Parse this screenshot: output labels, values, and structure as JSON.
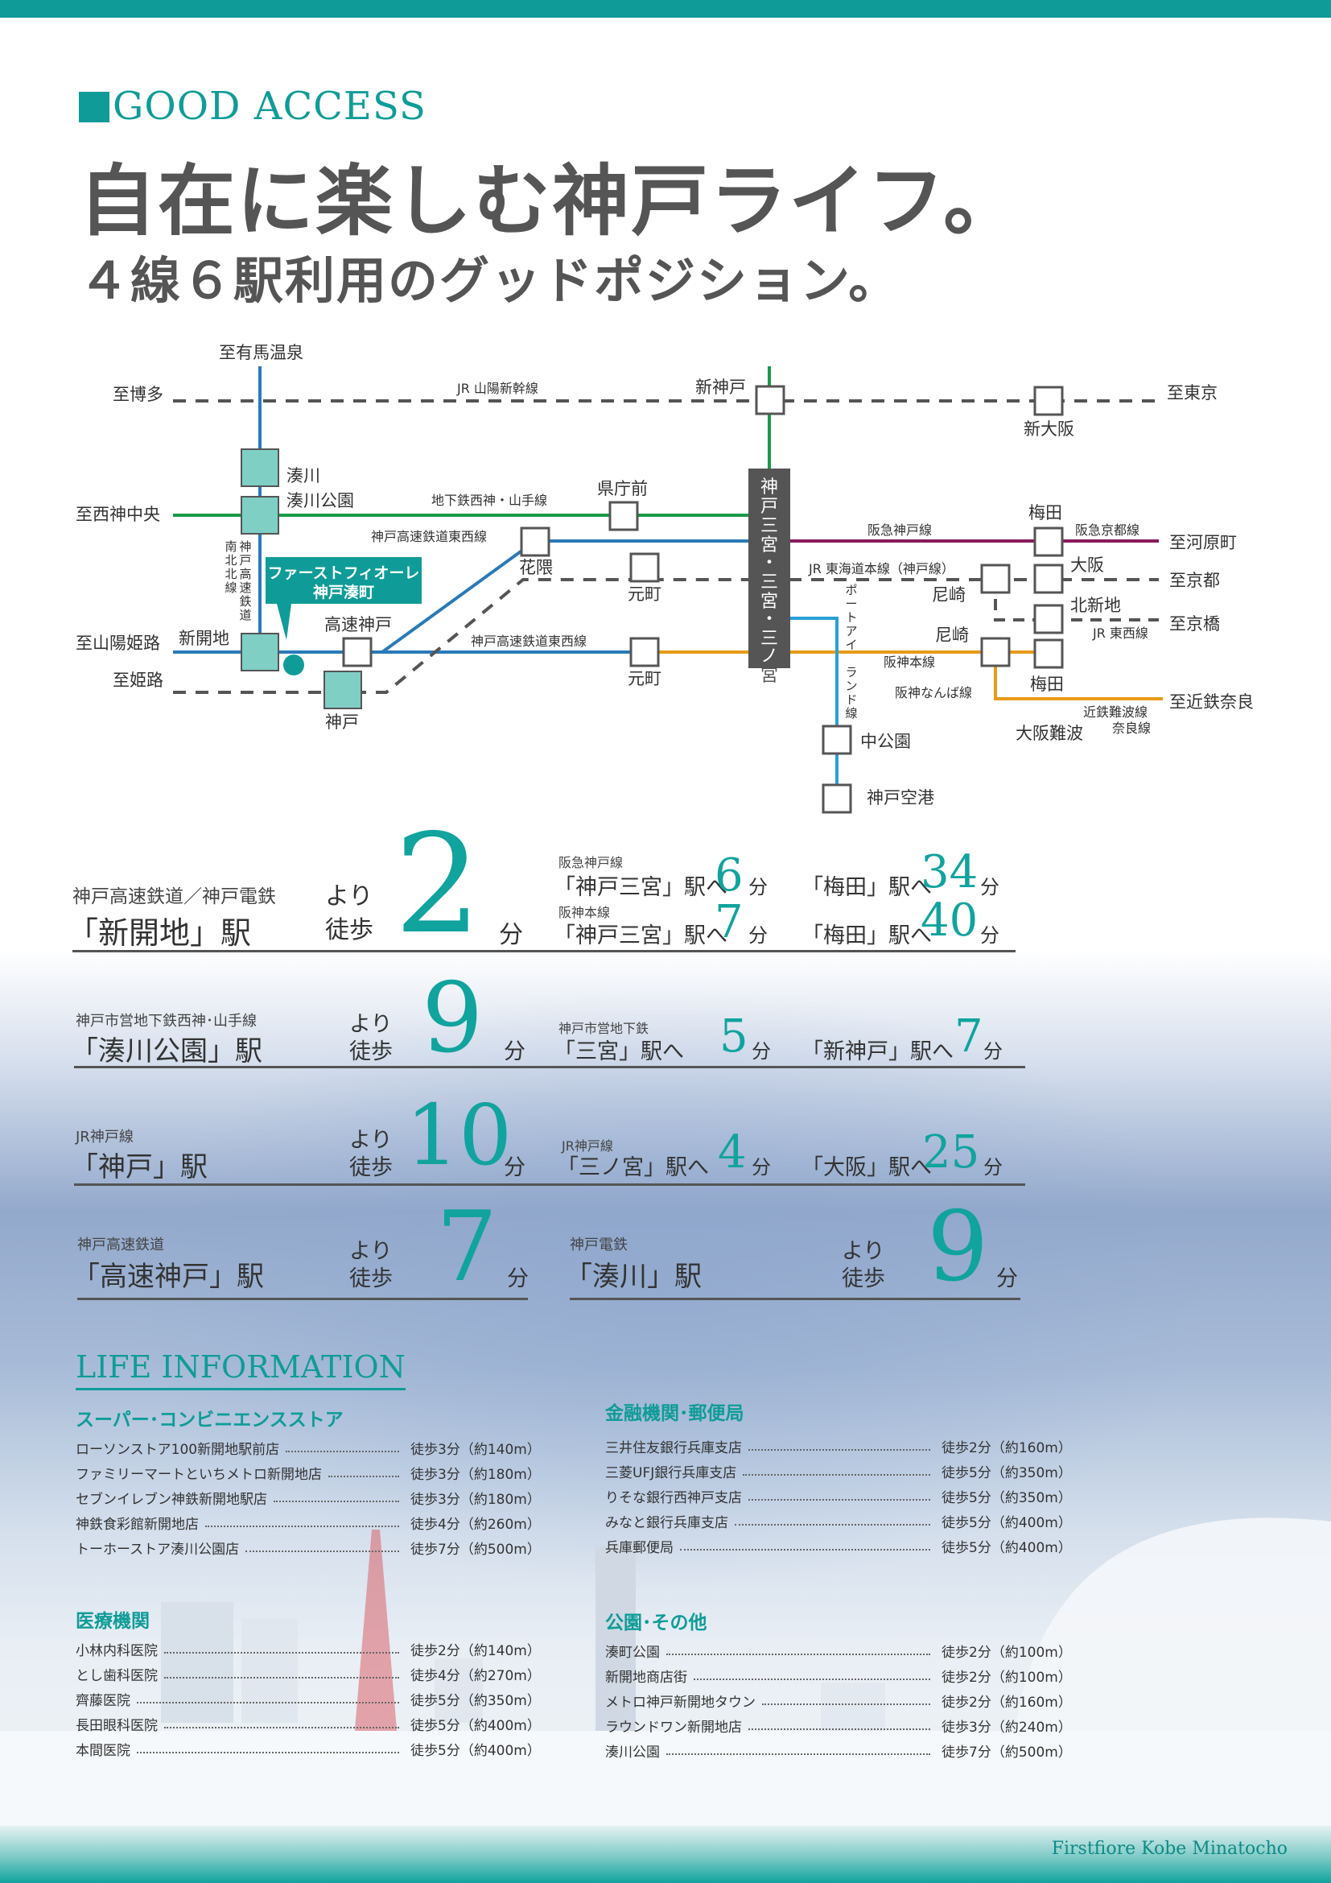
{
  "header": {
    "label": "GOOD ACCESS",
    "headline": "自在に楽しむ神戸ライフ。",
    "subheadline": "４線６駅利用のグッドポジション。"
  },
  "map": {
    "destinations": {
      "arima": "至有馬温泉",
      "hakata": "至博多",
      "tokyo": "至東京",
      "nishikobe": "至西神中央",
      "kawaramachi": "至河原町",
      "kyoto": "至京都",
      "kyobashi": "至京橋",
      "sanyohimeji": "至山陽姫路",
      "himeji": "至姫路",
      "kintetsunara": "至近鉄奈良"
    },
    "lines": {
      "shinkansen": "JR 山陽新幹線",
      "subway": "地下鉄西神・山手線",
      "tozai1": "神戸高速鉄道東西線",
      "tozai2": "神戸高速鉄道東西線",
      "hankyu": "阪急神戸線",
      "hankyukyoto": "阪急京都線",
      "jrkobe": "JR 東海道本線（神戸線）",
      "jrtozai": "JR 東西線",
      "hanshin": "阪神本線",
      "hanshinnamba": "阪神なんば線",
      "kintetsu1": "近鉄難波線",
      "kintetsu2": "奈良線",
      "port1": "ポ",
      "port2": "ー",
      "port3": "ト",
      "port4": "ア",
      "port5": "イ",
      "port6": "ラ",
      "port7": "ン",
      "port8": "ド",
      "port9": "線",
      "hoku1": "南",
      "hoku2": "神",
      "hoku3": "戸",
      "hoku4": "北",
      "hoku5": "高",
      "hoku6": "速",
      "hoku7": "鉄",
      "hoku8": "道",
      "hokb1": "北",
      "hokb2": "線"
    },
    "stations": {
      "shinkobe": "新神戸",
      "shinosaka": "新大阪",
      "minatogawa": "湊川",
      "minatogawakoen": "湊川公園",
      "kenchomae": "県庁前",
      "umeda1": "梅田",
      "hanakuma": "花隈",
      "motomachi1": "元町",
      "osaka": "大阪",
      "amagasaki1": "尼崎",
      "kitashinchi": "北新地",
      "amagasaki2": "尼崎",
      "shinkaichi": "新開地",
      "kosokukobe": "高速神戸",
      "motomachi2": "元町",
      "umeda2": "梅田",
      "kobe": "神戸",
      "nakakoen": "中公園",
      "osakanamba": "大阪難波",
      "kobeairport": "神戸空港",
      "sannomiya1": "神",
      "sannomiya2": "戸",
      "sannomiya3": "三",
      "sannomiya4": "宮",
      "sannomiya5": "・",
      "sannomiya6": "三",
      "sannomiya7": "宮",
      "sannomiya8": "・",
      "sannomiya9": "三",
      "sannomiya10": "ノ",
      "sannomiya11": "宮"
    },
    "property_label1": "ファーストフィオーレ",
    "property_label2": "神戸湊町",
    "colors": {
      "shinkansen": "#555555",
      "subway": "#1a9a4a",
      "hokushin": "#2a7ab8",
      "hankyu": "#8a1a5c",
      "hanshin": "#e89a1a",
      "port": "#2aa0d8",
      "accent": "#0f9c98"
    }
  },
  "access": {
    "row1": {
      "sub": "神戸高速鉄道／神戸電鉄",
      "station": "「新開地」駅",
      "yori": "より",
      "toho": "徒歩",
      "minutes": "2",
      "unit": "分",
      "d1_line": "阪急神戸線",
      "d1_sta": "「神戸三宮」駅へ",
      "d1_min": "6",
      "d1_unit": "分",
      "d1b_sta": "「梅田」駅へ",
      "d1b_min": "34",
      "d1b_unit": "分",
      "d2_line": "阪神本線",
      "d2_sta": "「神戸三宮」駅へ",
      "d2_min": "7",
      "d2_unit": "分",
      "d2b_sta": "「梅田」駅へ",
      "d2b_min": "40",
      "d2b_unit": "分"
    },
    "row2": {
      "sub": "神戸市営地下鉄西神･山手線",
      "station": "「湊川公園」駅",
      "yori": "より",
      "toho": "徒歩",
      "minutes": "9",
      "unit": "分",
      "d_line": "神戸市営地下鉄",
      "d_sta": "「三宮」駅へ",
      "d_min": "5",
      "d_unit": "分",
      "db_sta": "「新神戸」駅へ",
      "db_min": "7",
      "db_unit": "分"
    },
    "row3": {
      "sub": "JR神戸線",
      "station": "「神戸」駅",
      "yori": "より",
      "toho": "徒歩",
      "minutes": "10",
      "unit": "分",
      "d_line": "JR神戸線",
      "d_sta": "「三ノ宮」駅へ",
      "d_min": "4",
      "d_unit": "分",
      "db_sta": "「大阪」駅へ",
      "db_min": "25",
      "db_unit": "分"
    },
    "row4a": {
      "sub": "神戸高速鉄道",
      "station": "「高速神戸」駅",
      "yori": "より",
      "toho": "徒歩",
      "minutes": "7",
      "unit": "分"
    },
    "row4b": {
      "sub": "神戸電鉄",
      "station": "「湊川」駅",
      "yori": "より",
      "toho": "徒歩",
      "minutes": "9",
      "unit": "分"
    }
  },
  "life": {
    "title": "LIFE  INFORMATION",
    "supermarket": {
      "title": "スーパー･コンビニエンスストア",
      "items": [
        {
          "name": "ローソンストア100新開地駅前店",
          "value": "徒歩3分（約140m）"
        },
        {
          "name": "ファミリーマートといちメトロ新開地店",
          "value": "徒歩3分（約180m）"
        },
        {
          "name": "セブンイレブン神鉄新開地駅店",
          "value": "徒歩3分（約180m）"
        },
        {
          "name": "神鉄食彩館新開地店",
          "value": "徒歩4分（約260m）"
        },
        {
          "name": "トーホーストア湊川公園店",
          "value": "徒歩7分（約500m）"
        }
      ]
    },
    "finance": {
      "title": "金融機関･郵便局",
      "items": [
        {
          "name": "三井住友銀行兵庫支店",
          "value": "徒歩2分（約160m）"
        },
        {
          "name": "三菱UFJ銀行兵庫支店",
          "value": "徒歩5分（約350m）"
        },
        {
          "name": "りそな銀行西神戸支店",
          "value": "徒歩5分（約350m）"
        },
        {
          "name": "みなと銀行兵庫支店",
          "value": "徒歩5分（約400m）"
        },
        {
          "name": "兵庫郵便局",
          "value": "徒歩5分（約400m）"
        }
      ]
    },
    "medical": {
      "title": "医療機関",
      "items": [
        {
          "name": "小林内科医院",
          "value": "徒歩2分（約140m）"
        },
        {
          "name": "とし歯科医院",
          "value": "徒歩4分（約270m）"
        },
        {
          "name": "齊藤医院",
          "value": "徒歩5分（約350m）"
        },
        {
          "name": "長田眼科医院",
          "value": "徒歩5分（約400m）"
        },
        {
          "name": "本間医院",
          "value": "徒歩5分（約400m）"
        }
      ]
    },
    "park": {
      "title": "公園･その他",
      "items": [
        {
          "name": "湊町公園",
          "value": "徒歩2分（約100m）"
        },
        {
          "name": "新開地商店街",
          "value": "徒歩2分（約100m）"
        },
        {
          "name": "メトロ神戸新開地タウン",
          "value": "徒歩2分（約160m）"
        },
        {
          "name": "ラウンドワン新開地店",
          "value": "徒歩3分（約240m）"
        },
        {
          "name": "湊川公園",
          "value": "徒歩7分（約500m）"
        }
      ]
    }
  },
  "footer": {
    "brand": "Firstfiore Kobe Minatocho"
  }
}
